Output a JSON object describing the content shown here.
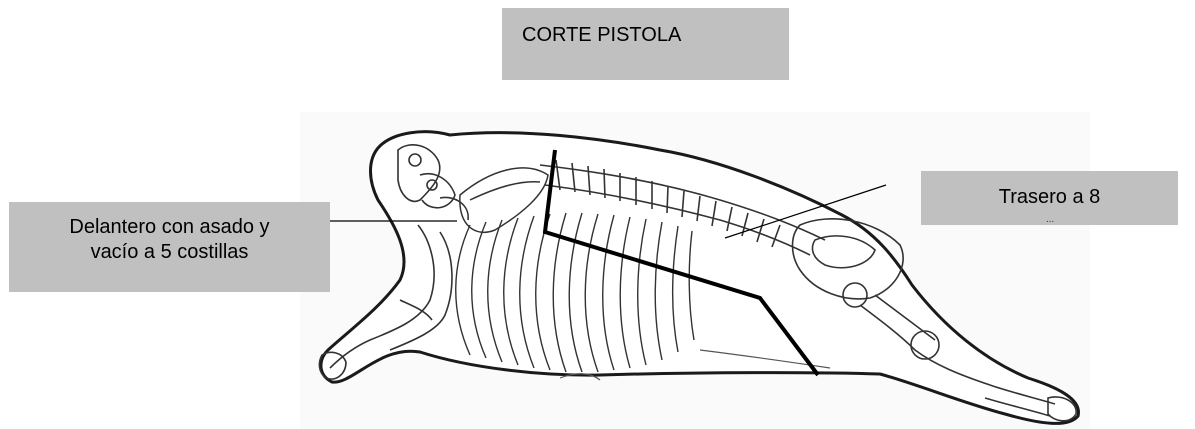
{
  "title": "CORTE PISTOLA",
  "labels": {
    "front_line1": "Delantero con asado y",
    "front_line2": "vacío a 5 costillas",
    "rear": "Trasero a 8",
    "rear_cut": "..."
  },
  "colors": {
    "label_background": "#c0c0c0",
    "cut_line": "#000000",
    "outline": "#1a1a1a"
  }
}
